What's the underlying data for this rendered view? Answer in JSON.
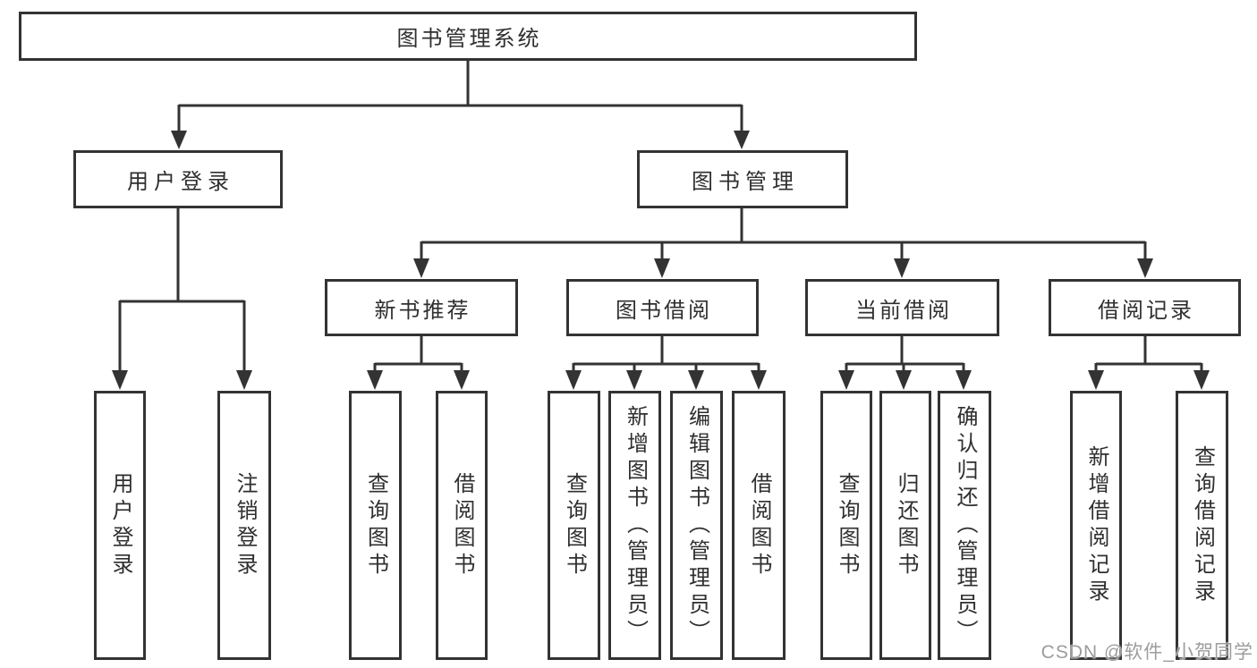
{
  "tree": {
    "label": "图书管理系统",
    "children": [
      {
        "label": "用户登录",
        "children": [
          {
            "label": "用户登录"
          },
          {
            "label": "注销登录"
          }
        ]
      },
      {
        "label": "图书管理",
        "children": [
          {
            "label": "新书推荐",
            "children": [
              {
                "label": "查询图书"
              },
              {
                "label": "借阅图书"
              }
            ]
          },
          {
            "label": "图书借阅",
            "children": [
              {
                "label": "查询图书"
              },
              {
                "label": "新增图书（管理员）"
              },
              {
                "label": "编辑图书（管理员）"
              },
              {
                "label": "借阅图书"
              }
            ]
          },
          {
            "label": "当前借阅",
            "children": [
              {
                "label": "查询图书"
              },
              {
                "label": "归还图书"
              },
              {
                "label": "确认归还（管理员）"
              }
            ]
          },
          {
            "label": "借阅记录",
            "children": [
              {
                "label": "新增借阅记录"
              },
              {
                "label": "查询借阅记录"
              }
            ]
          }
        ]
      }
    ]
  },
  "watermark": "CSDN @软件_小贺同学",
  "colors": {
    "line": "#333333",
    "text": "#2f2f2f",
    "background": "#ffffff",
    "watermark": "#9c9c9c"
  }
}
